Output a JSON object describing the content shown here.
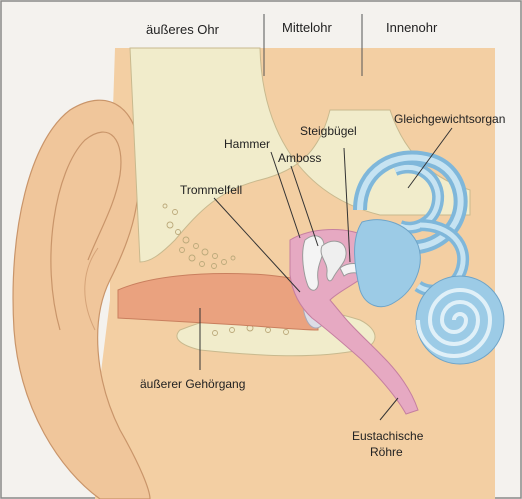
{
  "header": {
    "outer": "äußeres Ohr",
    "middle": "Mittelohr",
    "inner": "Innenohr"
  },
  "labels": {
    "hammer": "Hammer",
    "amboss": "Amboss",
    "steigbuegel": "Steigbügel",
    "gleichgewicht": "Gleichgewichtsorgan",
    "trommelfell": "Trommelfell",
    "gehoergang": "äußerer Gehörgang",
    "eustachische_1": "Eustachische",
    "eustachische_2": "Röhre"
  },
  "colors": {
    "skin": "#f3cfa3",
    "skin_dark": "#e8b98a",
    "bone": "#f1eccb",
    "canal": "#eaa27f",
    "ossicles": "#e6a9c2",
    "labyrinth": "#9ccbe6"
  }
}
